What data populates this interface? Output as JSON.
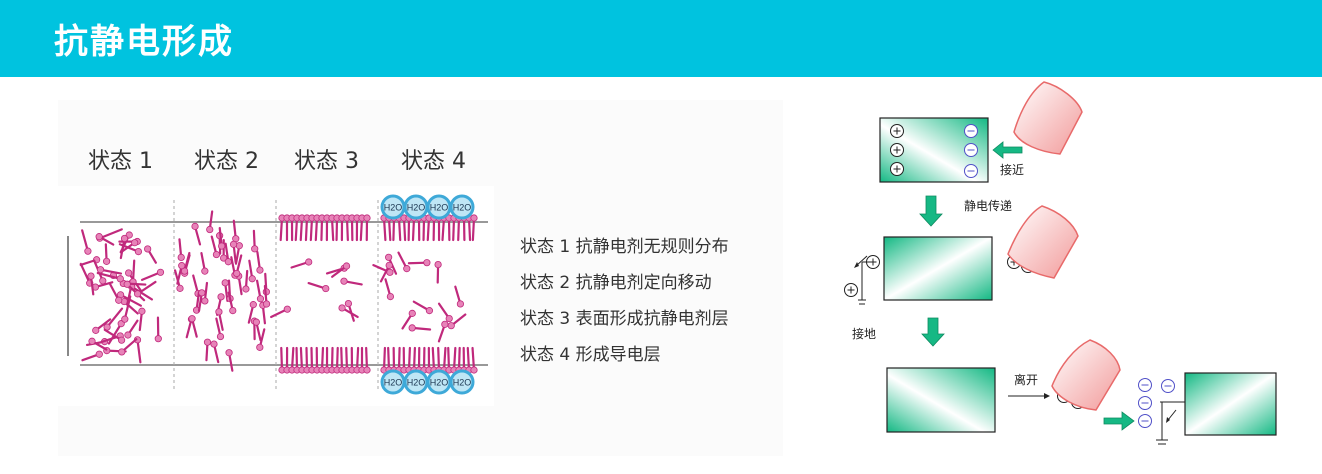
{
  "header": {
    "title": "抗静电形成"
  },
  "states": {
    "titles": [
      "状态 1",
      "状态 2",
      "状态 3",
      "状态 4"
    ],
    "water_label": {
      "h": "H",
      "sub": "2",
      "o": "O"
    }
  },
  "legend": {
    "lines": [
      "状态 1 抗静电剂无规则分布",
      "状态 2 抗静电剂定向移动",
      "状态 3 表面形成抗静电剂层",
      "状态 4 形成导电层"
    ]
  },
  "process": {
    "contact_label": "接近",
    "transfer_label": "静电传递",
    "ground_label": "接地",
    "leave_label": "离开"
  },
  "colors": {
    "header_bg": "#00c3df",
    "molecule": "#c0297c",
    "molecule_head": "#e783b8",
    "water": "#3ea9d8",
    "panel_green": "#13b883",
    "arrow_green": "#16b884",
    "hand_red": "#e86a6a",
    "negative_charge": "#5050c8"
  }
}
